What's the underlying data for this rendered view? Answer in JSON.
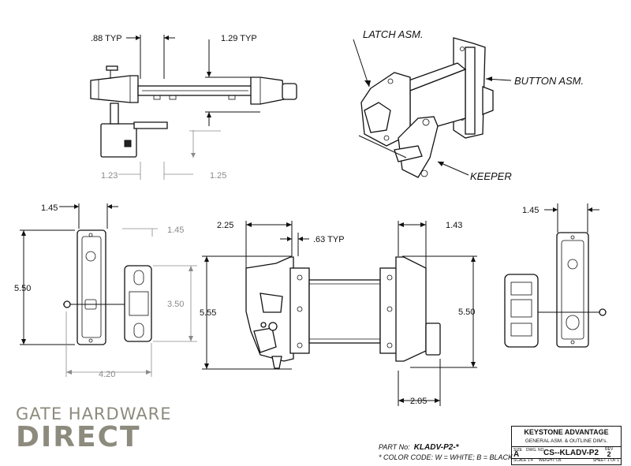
{
  "callouts": {
    "latch": "LATCH ASM.",
    "button": "BUTTON ASM.",
    "keeper": "KEEPER"
  },
  "dimensions": {
    "top_width": ".88 TYP",
    "top_height": "1.29 TYP",
    "top_left": "1.23",
    "top_right": "1.25",
    "left_width": "1.45",
    "left_height": "5.50",
    "left_side": "1.45",
    "left_keeper": "3.50",
    "left_base": "4.20",
    "mid_width": "2.25",
    "mid_gap": ".63 TYP",
    "mid_right": "1.43",
    "mid_height_left": "5.55",
    "mid_height_right": "5.50",
    "mid_base": "2.05",
    "right_width": "1.45"
  },
  "logo": {
    "line1": "GATE HARDWARE",
    "line2": "DIRECT"
  },
  "part": {
    "label": "PART No:",
    "number": "KLADV-P2-*",
    "color_code": "* COLOR CODE:  W = WHITE;  B = BLACK"
  },
  "title_block": {
    "company": "KEYSTONE ADVANTAGE",
    "description": "GENERAL ASM. & OUTLINE DIM's.",
    "size_label": "SIZE",
    "size": "A",
    "dwg_label": "DWG. NO.",
    "dwg_no": "CS--KLADV-P2",
    "rev_label": "REV",
    "rev": "2",
    "scale": "SCALE 1:4",
    "weight": "WEIGHT:   LB.",
    "sheet": "SHEET 1 OF 1"
  }
}
